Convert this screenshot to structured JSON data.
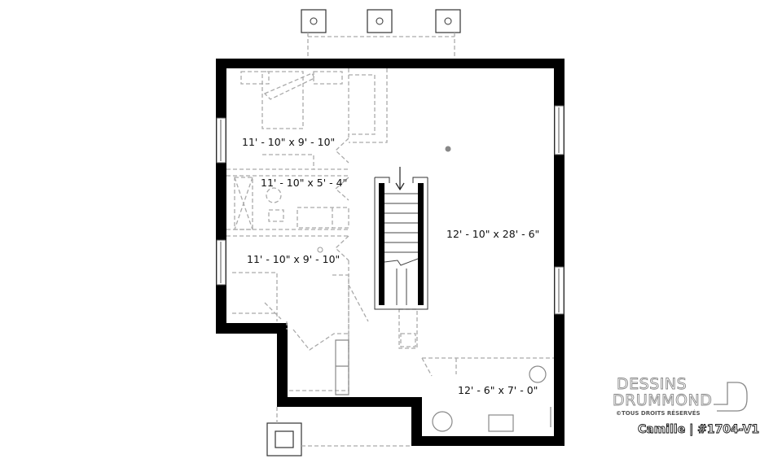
{
  "rooms": [
    {
      "label": "11' - 10\" x 9' - 10\""
    },
    {
      "label": "11' - 10\" x 5' - 4\""
    },
    {
      "label": "11' - 10\" x 9' - 10\""
    },
    {
      "label": "12' - 10\" x 28' - 6\""
    },
    {
      "label": "12' - 6\" x 7' - 0\""
    }
  ],
  "logo": {
    "line1": "DESSINS",
    "line2": "DRUMMOND",
    "rights": "©TOUS DROITS RÉSERVÉS"
  },
  "caption": "Camille | #1704-V1",
  "colors": {
    "wall": "#000000",
    "fixture": "#aaaaaa"
  }
}
